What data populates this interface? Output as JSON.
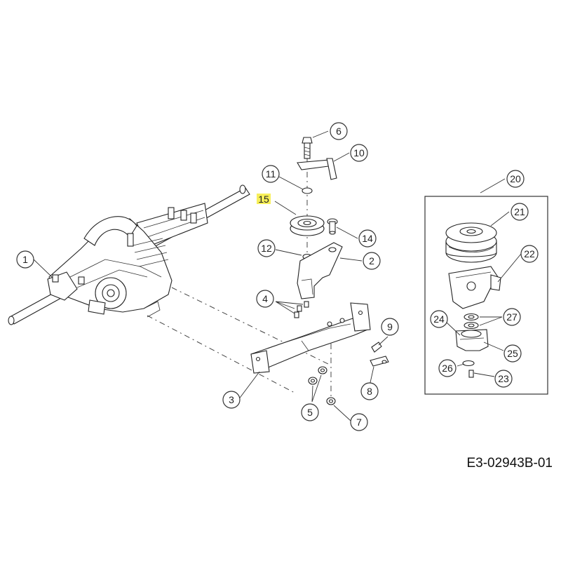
{
  "document_code": "E3-02943B-01",
  "highlight_color": "#f7ef5a",
  "callouts": [
    {
      "label": "1"
    },
    {
      "label": "2"
    },
    {
      "label": "3"
    },
    {
      "label": "4"
    },
    {
      "label": "5"
    },
    {
      "label": "6"
    },
    {
      "label": "7"
    },
    {
      "label": "8"
    },
    {
      "label": "9"
    },
    {
      "label": "10"
    },
    {
      "label": "11"
    },
    {
      "label": "12"
    },
    {
      "label": "14"
    },
    {
      "label": "15"
    },
    {
      "label": "20"
    },
    {
      "label": "21"
    },
    {
      "label": "22"
    },
    {
      "label": "23"
    },
    {
      "label": "24"
    },
    {
      "label": "25"
    },
    {
      "label": "26"
    },
    {
      "label": "27"
    }
  ]
}
